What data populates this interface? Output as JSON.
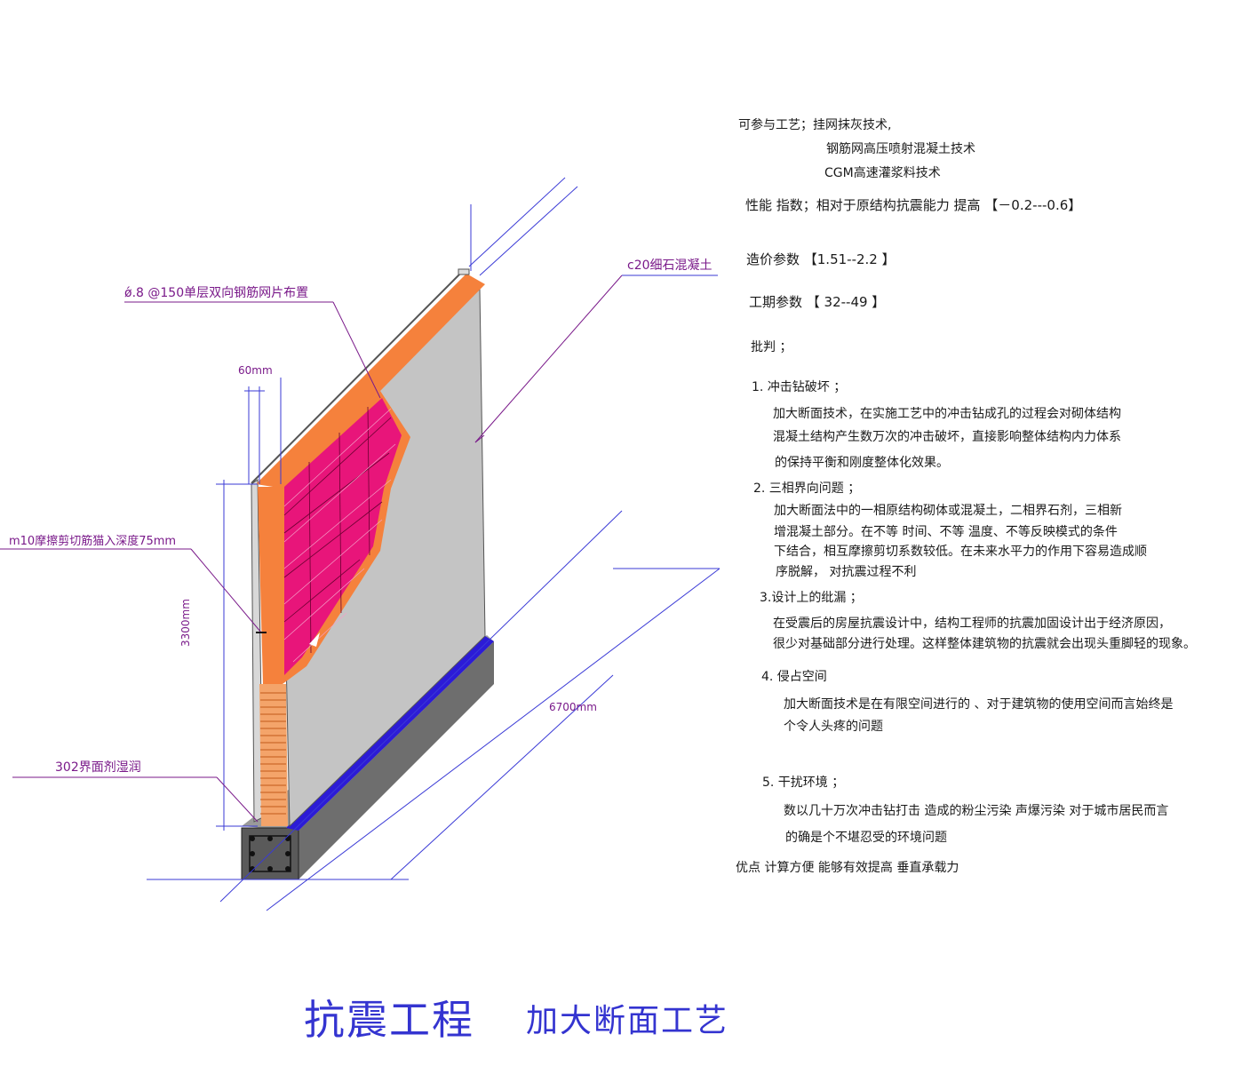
{
  "labels": {
    "rebar_mesh": "ǿ.8 @150单层双向钢筋网片布置",
    "concrete": "c20细石混凝土",
    "dim_60": "60mm",
    "anchor": "m10摩擦剪切筋猫入深度75mm",
    "dim_3300": "3300mm",
    "dim_6700": "6700mm",
    "interface": "302界面剂湿润"
  },
  "info": {
    "process_label": "可参与工艺；挂网抹灰技术,",
    "process_2": "钢筋网高压喷射混凝土技术",
    "process_3": "CGM高速灌浆料技术",
    "perf": "性能 指数；相对于原结构抗震能力 提高 【－0.2---0.6】",
    "cost": "造价参数 【1.51--2.2 】",
    "period": "工期参数 【 32--49 】",
    "critique": "批判 ；"
  },
  "items": [
    {
      "head": "1. 冲击钻破坏 ；",
      "lines": [
        "加大断面技术，在实施工艺中的冲击钻成孔的过程会对砌体结构",
        "混凝土结构产生数万次的冲击破坏，直接影响整体结构内力体系",
        "的保持平衡和刚度整体化效果。"
      ]
    },
    {
      "head": "2. 三相界向问题 ；",
      "lines": [
        "加大断面法中的一相原结构砌体或混凝土，二相界石剂，三相新",
        "增混凝土部分。在不等 时间、不等 温度、不等反映模式的条件",
        "下结合，相互摩擦剪切系数较低。在未来水平力的作用下容易造成顺",
        "序脱解， 对抗震过程不利"
      ]
    },
    {
      "head": "3.设计上的纰漏 ；",
      "lines": [
        "在受震后的房屋抗震设计中，结构工程师的抗震加固设计出于经济原因，",
        "很少对基础部分进行处理。这样整体建筑物的抗震就会出现头重脚轻的现象。"
      ]
    },
    {
      "head": "4. 侵占空间",
      "lines": [
        "加大断面技术是在有限空间进行的 、对于建筑物的使用空间而言始终是",
        "个令人头疼的问题"
      ]
    },
    {
      "head": "5. 干扰环境 ；",
      "lines": [
        "数以几十万次冲击钻打击 造成的粉尘污染 声爆污染 对于城市居民而言",
        "的确是个不堪忍受的环境问题"
      ]
    }
  ],
  "advantage": "优点 计算方便 能够有效提高 垂直承载力",
  "title_main": "抗震工程",
  "title_sub": "加大断面工艺",
  "colors": {
    "orange": "#f5813c",
    "magenta": "#e8157a",
    "gray_wall": "#c4c4c4",
    "dark_gray": "#707070",
    "blue_edge": "#2c1bd6",
    "leader": "#7a1a8a",
    "title": "#3434d0"
  }
}
